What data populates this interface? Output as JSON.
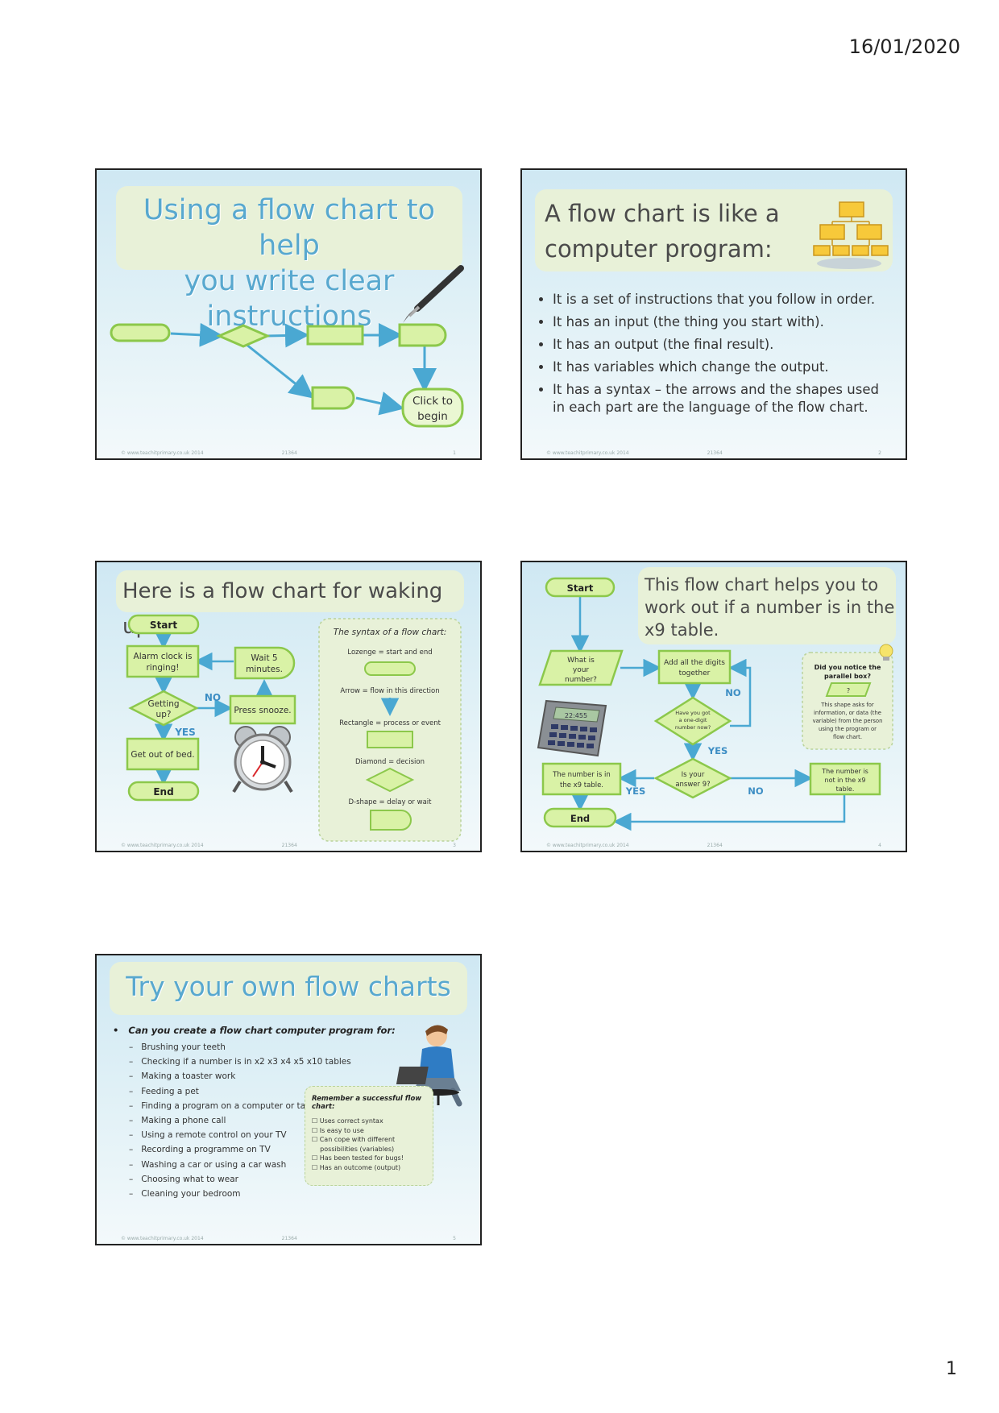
{
  "page": {
    "date": "16/01/2020",
    "number": "1"
  },
  "footer": {
    "copyright": "© www.teachitprimary.co.uk 2014",
    "code": "21364"
  },
  "slide1": {
    "title_line1": "Using a flow chart to help",
    "title_line2": "you write clear instructions",
    "click_line1": "Click to",
    "click_line2": "begin",
    "num": "1"
  },
  "slide2": {
    "title_line1": "A flow chart is like a",
    "title_line2": "computer program:",
    "bullets": [
      "It is a set of instructions that you follow in order.",
      "It has an input (the thing you start with).",
      "It has an output (the final result).",
      "It has variables which change the output.",
      "It has a syntax – the arrows and the shapes used in each part are the language of the flow chart."
    ],
    "num": "2"
  },
  "slide3": {
    "title": "Here is a flow chart for waking up",
    "start": "Start",
    "alarm_line1": "Alarm clock is",
    "alarm_line2": "ringing!",
    "wait_line1": "Wait 5",
    "wait_line2": "minutes.",
    "getting_line1": "Getting",
    "getting_line2": "up?",
    "no": "NO",
    "yes": "YES",
    "snooze": "Press snooze.",
    "outofbed": "Get out of bed.",
    "end": "End",
    "syntax_title": "The syntax of a flow chart:",
    "syntax_lozenge": "Lozenge = start and end",
    "syntax_arrow": "Arrow = flow in this direction",
    "syntax_rect": "Rectangle = process or event",
    "syntax_diamond": "Diamond = decision",
    "syntax_dshape": "D-shape = delay or wait",
    "num": "3"
  },
  "slide4": {
    "title_line1": "This flow chart helps you to",
    "title_line2": "work out if a number is in the",
    "title_line3": "x9 table.",
    "start": "Start",
    "what_line1": "What is",
    "what_line2": "your",
    "what_line3": "number?",
    "add_line1": "Add all the digits",
    "add_line2": "together",
    "no1": "NO",
    "have_line1": "Have you got",
    "have_line2": "a one-digit",
    "have_line3": "number now?",
    "yes1": "YES",
    "is_line1": "Is your",
    "is_line2": "answer 9?",
    "in_line1": "The number is in",
    "in_line2": "the x9 table.",
    "yes2": "YES",
    "no2": "NO",
    "not_line1": "The number is",
    "not_line2": "not in the x9",
    "not_line3": "table.",
    "end": "End",
    "calc_display": "22:455",
    "parallel_title1": "Did you notice the",
    "parallel_title2": "parallel box?",
    "parallel_q": "?",
    "parallel_line1": "This shape asks for",
    "parallel_line2": "information, or data (the",
    "parallel_line3": "variable) from the person",
    "parallel_line4": "using the program or",
    "parallel_line5": "flow chart.",
    "num": "4"
  },
  "slide5": {
    "title": "Try your own flow charts",
    "question": "Can you create a flow chart computer program for:",
    "items": [
      "Brushing your teeth",
      "Checking if a number is in x2 x3 x4 x5 x10 tables",
      "Making a toaster work",
      "Feeding a pet",
      "Finding a program on a computer or tablet",
      "Making a phone call",
      "Using a remote control on your TV",
      "Recording a programme on TV",
      "Washing a car or using a car wash",
      "Choosing what to wear",
      "Cleaning your bedroom"
    ],
    "remember_title": "Remember a successful flow chart:",
    "remember_items": [
      "Uses correct syntax",
      "Is easy to use",
      "Can cope with different",
      "possibilities (variables)",
      "Has been tested for bugs!",
      "Has an outcome (output)"
    ],
    "num": "5"
  },
  "colors": {
    "shape_fill": "#d9f2a6",
    "shape_stroke": "#8cc84b",
    "arrow": "#4aa8d2",
    "title_blue": "#58a8cf"
  }
}
